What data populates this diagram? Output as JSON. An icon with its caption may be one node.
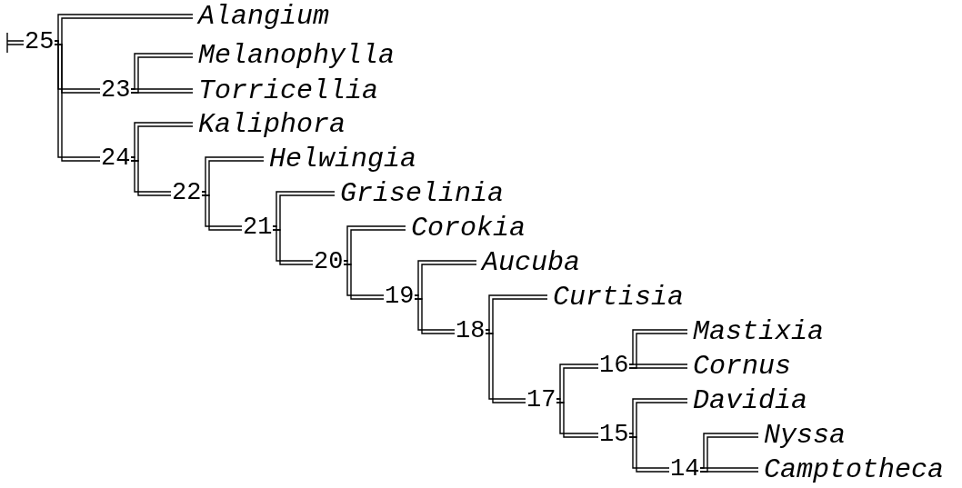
{
  "diagram": {
    "nodes": [
      {
        "text": [
          "Alangium"
        ]
      },
      {
        "text": [
          "25"
        ]
      },
      {
        "text": [
          "Melanophylla"
        ]
      },
      {
        "text": [
          "23"
        ]
      },
      {
        "text": [
          "Torricellia"
        ]
      },
      {
        "text": [
          "Kaliphora"
        ]
      },
      {
        "text": [
          "24"
        ]
      },
      {
        "text": [
          "Helwingia"
        ]
      },
      {
        "text": [
          "22"
        ]
      },
      {
        "text": [
          "Griselinia"
        ]
      },
      {
        "text": [
          "21"
        ]
      },
      {
        "text": [
          "Corokia"
        ]
      },
      {
        "text": [
          "20"
        ]
      },
      {
        "text": [
          "Aucuba"
        ]
      },
      {
        "text": [
          "19"
        ]
      },
      {
        "text": [
          "Curtisia"
        ]
      },
      {
        "text": [
          "18"
        ]
      },
      {
        "text": [
          "Mastixia"
        ]
      },
      {
        "text": [
          "16"
        ]
      },
      {
        "text": [
          "Cornus"
        ]
      },
      {
        "text": [
          "Davidia"
        ]
      },
      {
        "text": [
          "17"
        ]
      },
      {
        "text": [
          "15"
        ]
      },
      {
        "text": [
          "Nyssa"
        ]
      },
      {
        "text": [
          "14"
        ]
      },
      {
        "text": [
          "Camptotheca"
        ]
      }
    ],
    "edges": [
      {
        "from": null,
        "to": 1,
        "arrow": "none"
      },
      {
        "from": 1,
        "to": 0,
        "arrow": "none"
      },
      {
        "from": 1,
        "to": 3,
        "arrow": "none"
      },
      {
        "from": 1,
        "to": 6,
        "arrow": "none"
      },
      {
        "from": 3,
        "to": 2,
        "arrow": "none"
      },
      {
        "from": 3,
        "to": 4,
        "arrow": "none"
      },
      {
        "from": 6,
        "to": 5,
        "arrow": "none"
      },
      {
        "from": 6,
        "to": 8,
        "arrow": "none"
      },
      {
        "from": 8,
        "to": 7,
        "arrow": "none"
      },
      {
        "from": 8,
        "to": 10,
        "arrow": "none"
      },
      {
        "from": 10,
        "to": 9,
        "arrow": "none"
      },
      {
        "from": 10,
        "to": 12,
        "arrow": "none"
      },
      {
        "from": 12,
        "to": 11,
        "arrow": "none"
      },
      {
        "from": 12,
        "to": 14,
        "arrow": "none"
      },
      {
        "from": 14,
        "to": 13,
        "arrow": "none"
      },
      {
        "from": 14,
        "to": 16,
        "arrow": "none"
      },
      {
        "from": 16,
        "to": 15,
        "arrow": "none"
      },
      {
        "from": 16,
        "to": 21,
        "arrow": "none"
      },
      {
        "from": 21,
        "to": 18,
        "arrow": "none"
      },
      {
        "from": 21,
        "to": 22,
        "arrow": "none"
      },
      {
        "from": 18,
        "to": 17,
        "arrow": "none"
      },
      {
        "from": 18,
        "to": 19,
        "arrow": "none"
      },
      {
        "from": 22,
        "to": 20,
        "arrow": "none"
      },
      {
        "from": 22,
        "to": 24,
        "arrow": "none"
      },
      {
        "from": 24,
        "to": 23,
        "arrow": "none"
      },
      {
        "from": 24,
        "to": 25,
        "arrow": "none"
      }
    ]
  }
}
